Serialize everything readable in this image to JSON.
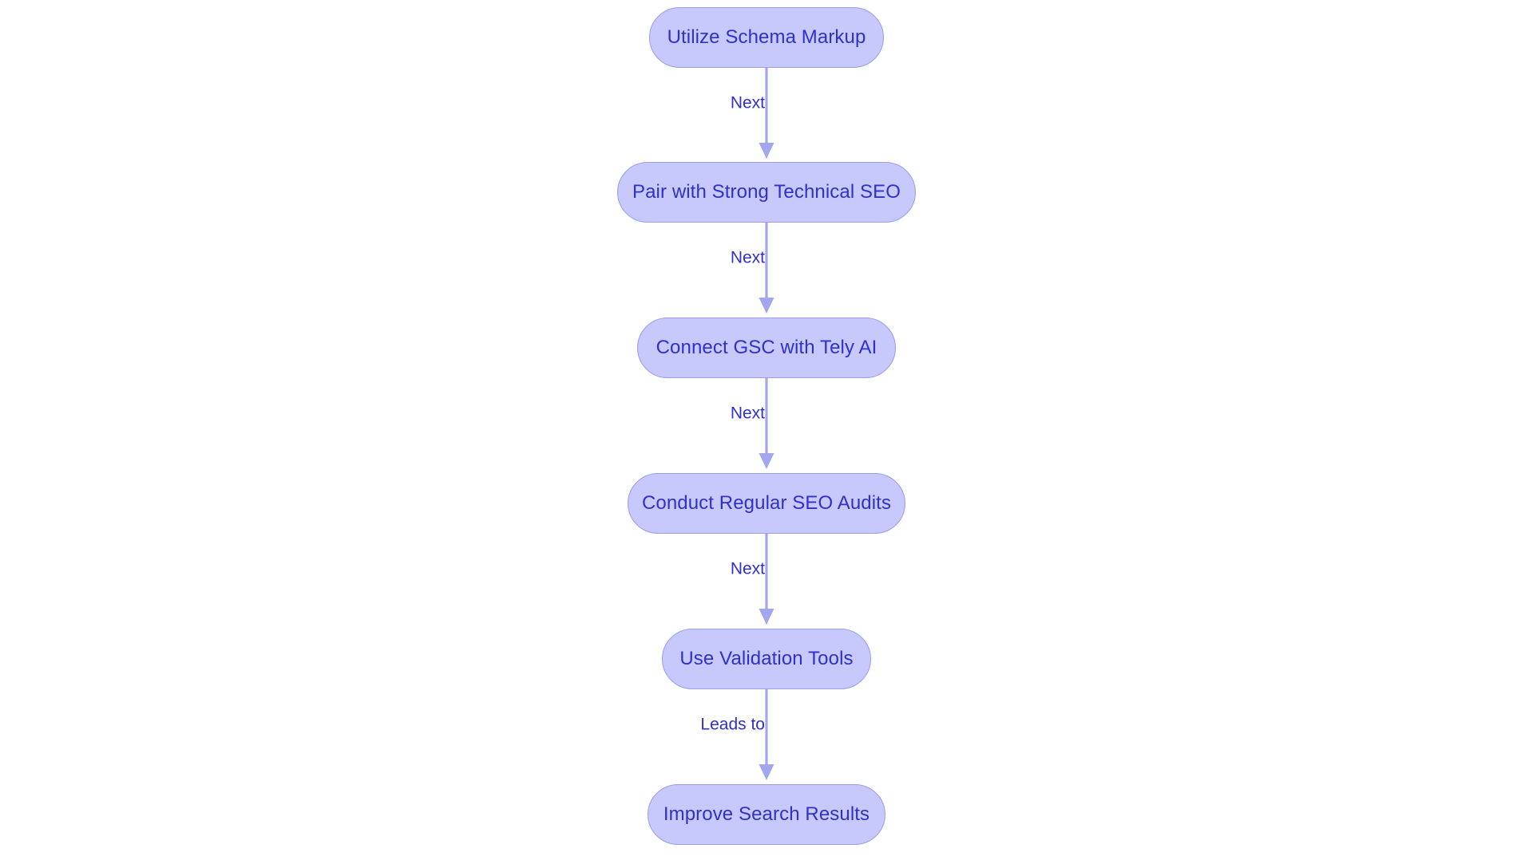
{
  "diagram": {
    "type": "flowchart",
    "orientation": "top-to-bottom",
    "background_color": "#ffffff",
    "node_fill_color": "#c7c8fb",
    "node_border_color": "#9a9de9",
    "node_text_color": "#2f31c9",
    "edge_color": "#a3a5ef",
    "edge_label_color": "#2f31c9",
    "nodes": [
      {
        "id": "n0",
        "label": "Utilize Schema Markup"
      },
      {
        "id": "n1",
        "label": "Pair with Strong Technical SEO"
      },
      {
        "id": "n2",
        "label": "Connect GSC with Tely AI"
      },
      {
        "id": "n3",
        "label": "Conduct Regular SEO Audits"
      },
      {
        "id": "n4",
        "label": "Use Validation Tools"
      },
      {
        "id": "n5",
        "label": "Improve Search Results"
      }
    ],
    "edges": [
      {
        "id": "e0",
        "from": "n0",
        "to": "n1",
        "label": "Next"
      },
      {
        "id": "e1",
        "from": "n1",
        "to": "n2",
        "label": "Next"
      },
      {
        "id": "e2",
        "from": "n2",
        "to": "n3",
        "label": "Next"
      },
      {
        "id": "e3",
        "from": "n3",
        "to": "n4",
        "label": "Next"
      },
      {
        "id": "e4",
        "from": "n4",
        "to": "n5",
        "label": "Leads to"
      }
    ]
  }
}
